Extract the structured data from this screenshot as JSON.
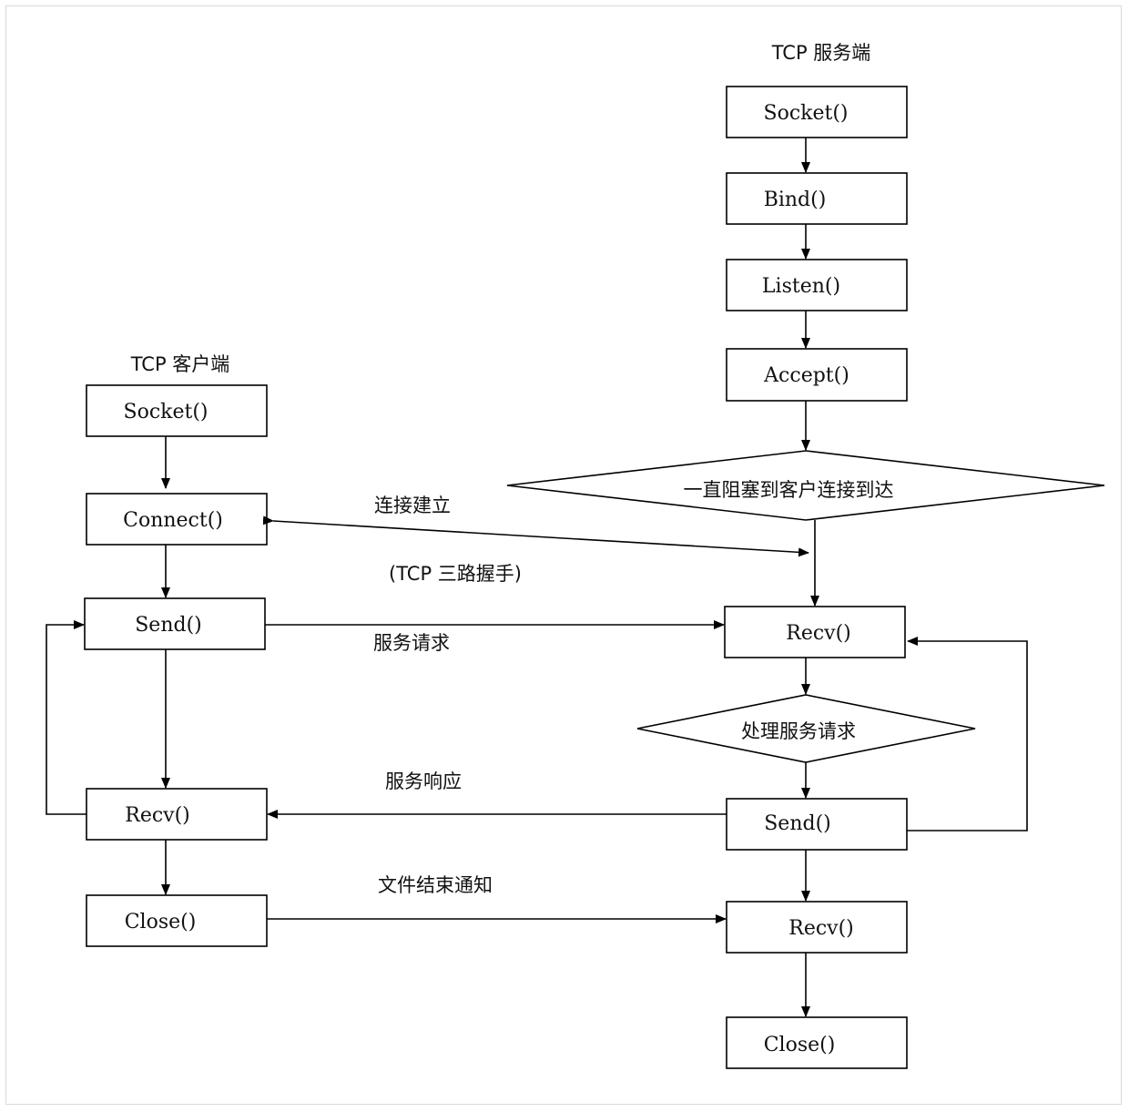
{
  "server": {
    "title": "TCP 服务端",
    "socket": "Socket()",
    "bind": "Bind()",
    "listen": "Listen()",
    "accept": "Accept()",
    "block": "一直阻塞到客户连接到达",
    "recv": "Recv()",
    "process": "处理服务请求",
    "send": "Send()",
    "recv_end": "Recv()",
    "close": "Close()"
  },
  "client": {
    "title": "TCP 客户端",
    "socket": "Socket()",
    "connect": "Connect()",
    "send": "Send()",
    "recv": "Recv()",
    "close": "Close()"
  },
  "edges": {
    "connect": "连接建立",
    "handshake": "(TCP 三路握手)",
    "request": "服务请求",
    "response": "服务响应",
    "eof": "文件结束通知"
  }
}
